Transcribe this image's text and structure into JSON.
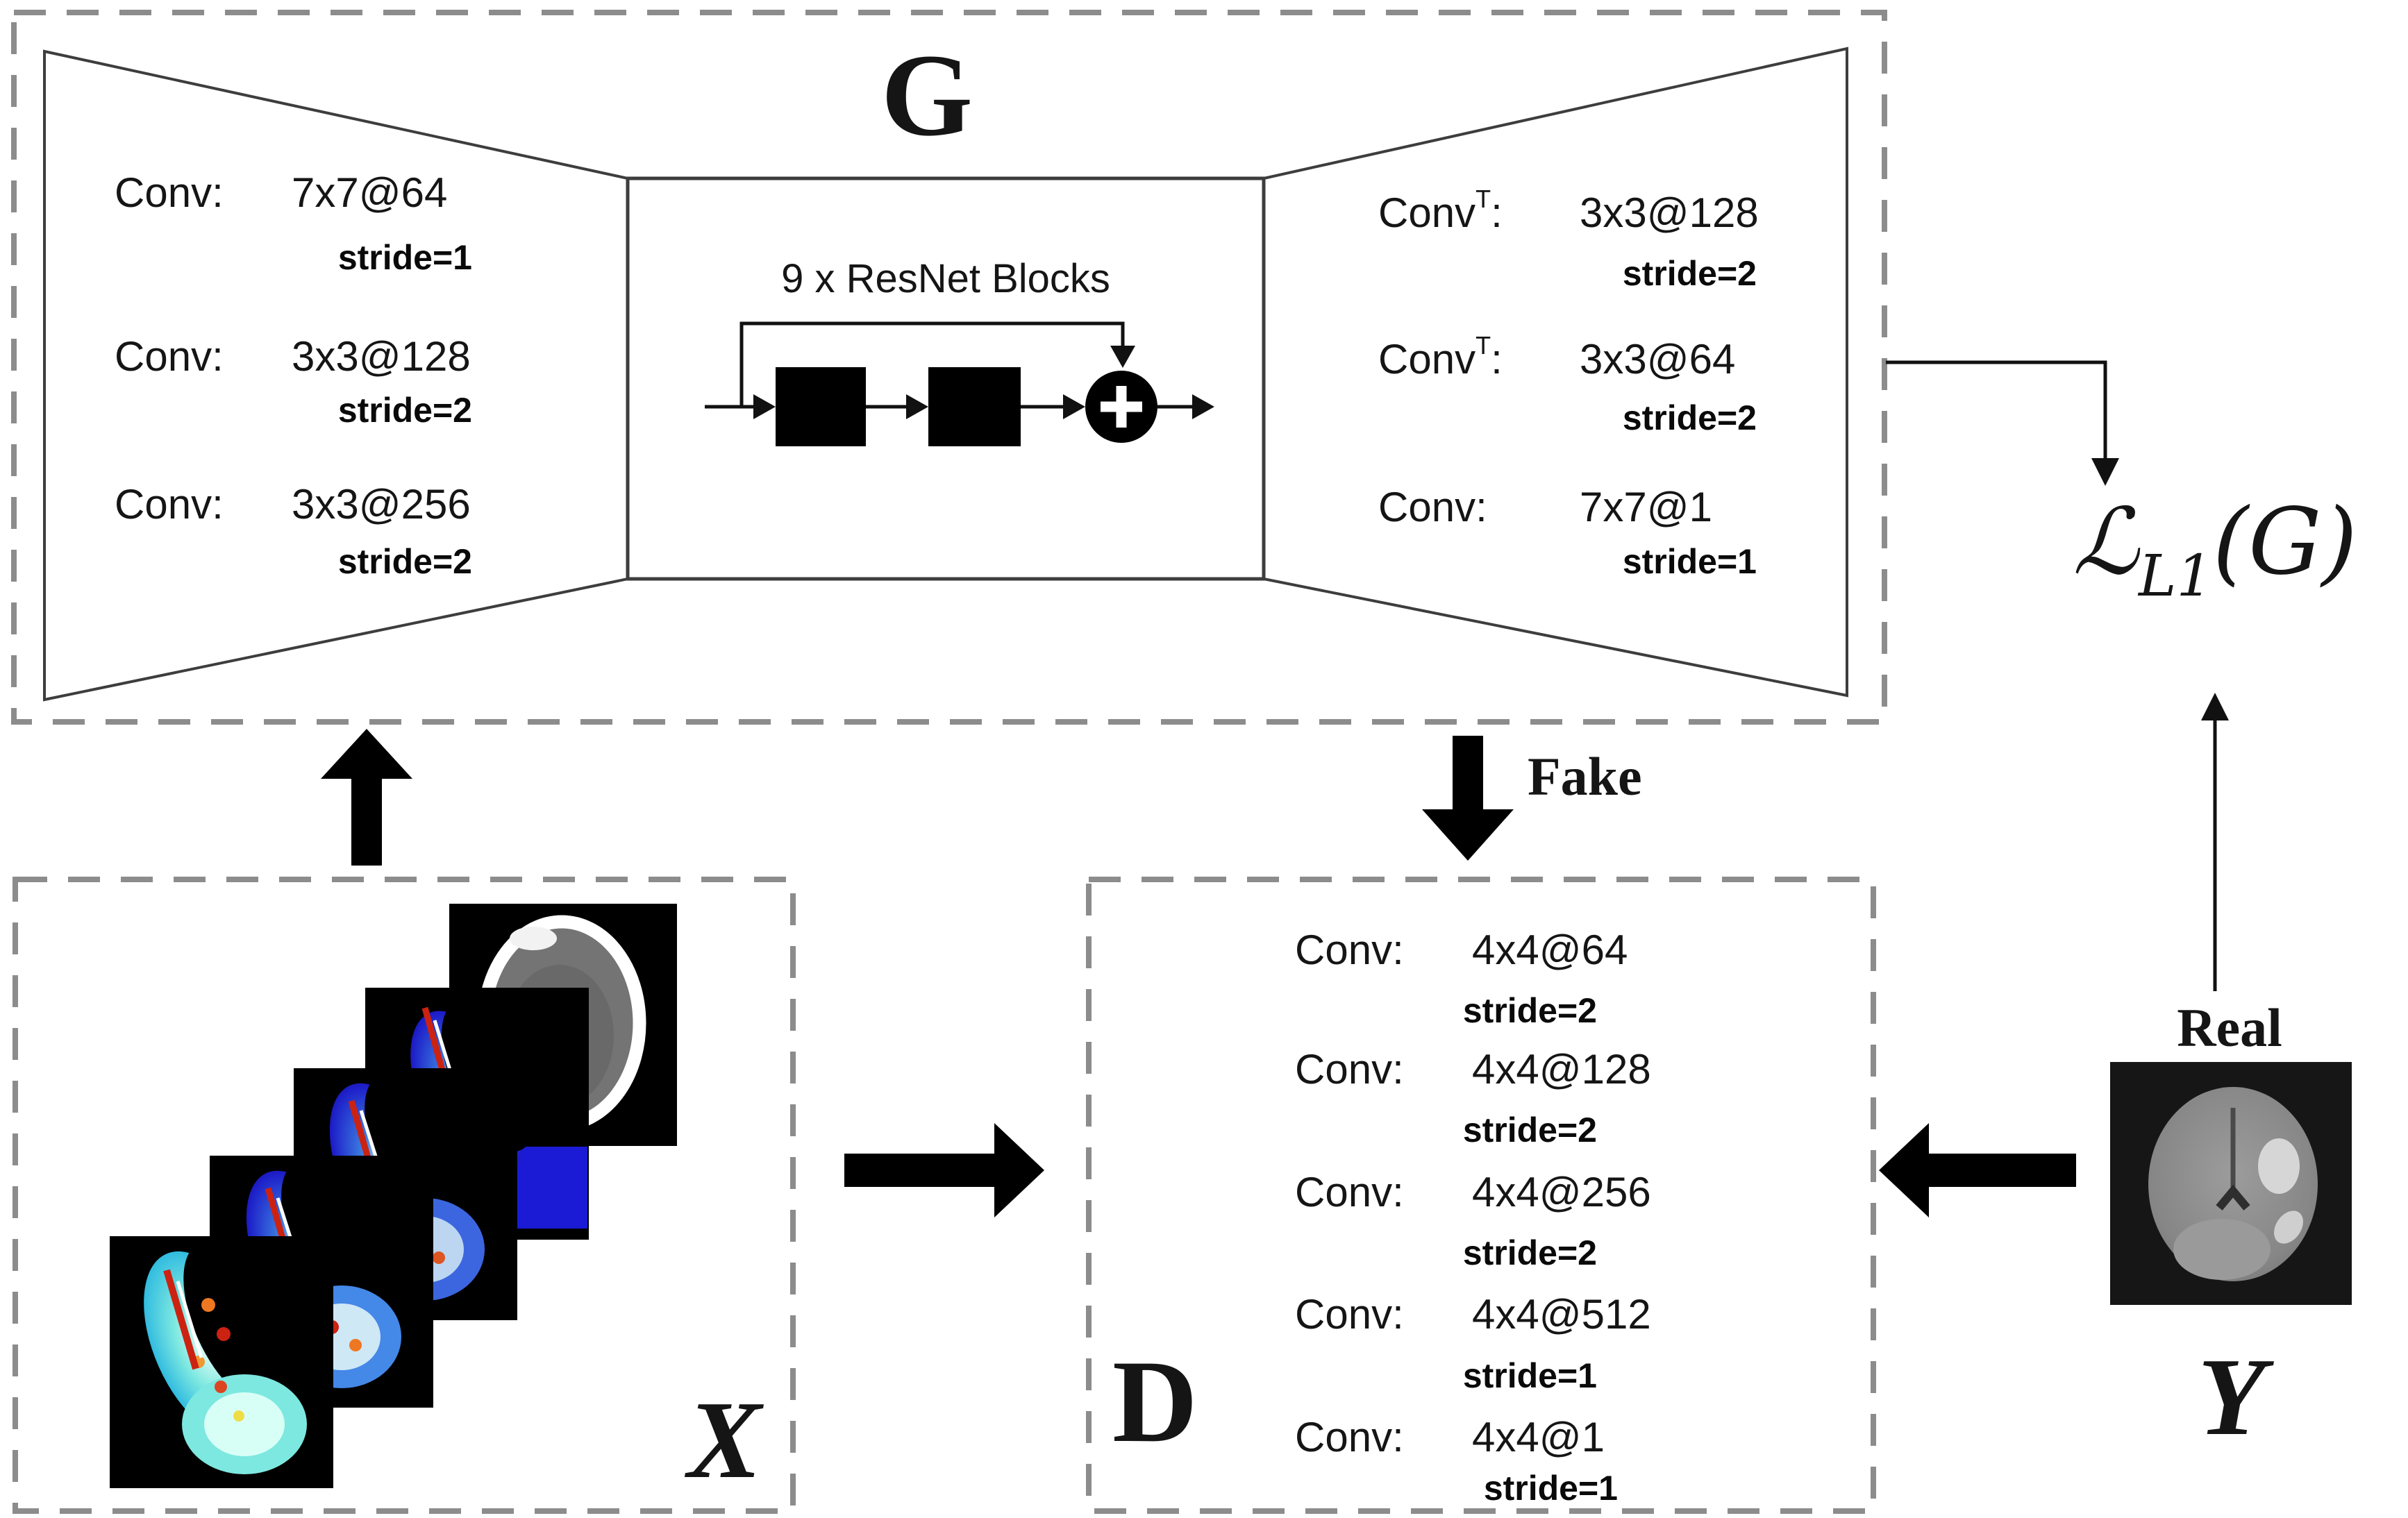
{
  "generator": {
    "label": "G",
    "encoder": [
      {
        "name": "Conv",
        "sup": "",
        "punct": ":",
        "kernel": "7x7@64",
        "stride": "stride=1"
      },
      {
        "name": "Conv",
        "sup": "",
        "punct": ":",
        "kernel": "3x3@128",
        "stride": "stride=2"
      },
      {
        "name": "Conv",
        "sup": "",
        "punct": ":",
        "kernel": "3x3@256",
        "stride": "stride=2"
      }
    ],
    "resnet_title": "9 x ResNet Blocks",
    "decoder": [
      {
        "name": "Conv",
        "sup": "T",
        "punct": ":",
        "kernel": "3x3@128",
        "stride": "stride=2"
      },
      {
        "name": "Conv",
        "sup": "T",
        "punct": ":",
        "kernel": "3x3@64",
        "stride": "stride=2"
      },
      {
        "name": "Conv",
        "sup": "",
        "punct": ":",
        "kernel": "7x7@1",
        "stride": "stride=1"
      }
    ]
  },
  "discriminator": {
    "label": "D",
    "layers": [
      {
        "name": "Conv",
        "punct": ":",
        "kernel": "4x4@64",
        "stride": "stride=2"
      },
      {
        "name": "Conv",
        "punct": ":",
        "kernel": "4x4@128",
        "stride": "stride=2"
      },
      {
        "name": "Conv",
        "punct": ":",
        "kernel": "4x4@256",
        "stride": "stride=2"
      },
      {
        "name": "Conv",
        "punct": ":",
        "kernel": "4x4@512",
        "stride": "stride=1"
      },
      {
        "name": "Conv",
        "punct": ":",
        "kernel": "4x4@1",
        "stride": "stride=1"
      }
    ]
  },
  "labels": {
    "input_stack": "X",
    "real_image": "Y",
    "fake": "Fake",
    "real": "Real"
  },
  "loss": {
    "symbol": "ℒ",
    "subscript": "L1",
    "argument": "(G)"
  },
  "colors": {
    "dashed_border": "#8c8c8c",
    "line": "#111111",
    "block_fill": "#000000",
    "ct_gray": "#787878",
    "skull_white": "#ffffff",
    "perfusion_blue": "#2222cc",
    "perfusion_cyan": "#44ddee",
    "perfusion_red": "#cc2211",
    "perfusion_yellow": "#eedd44",
    "mri_gray": "#8a8a8a"
  }
}
